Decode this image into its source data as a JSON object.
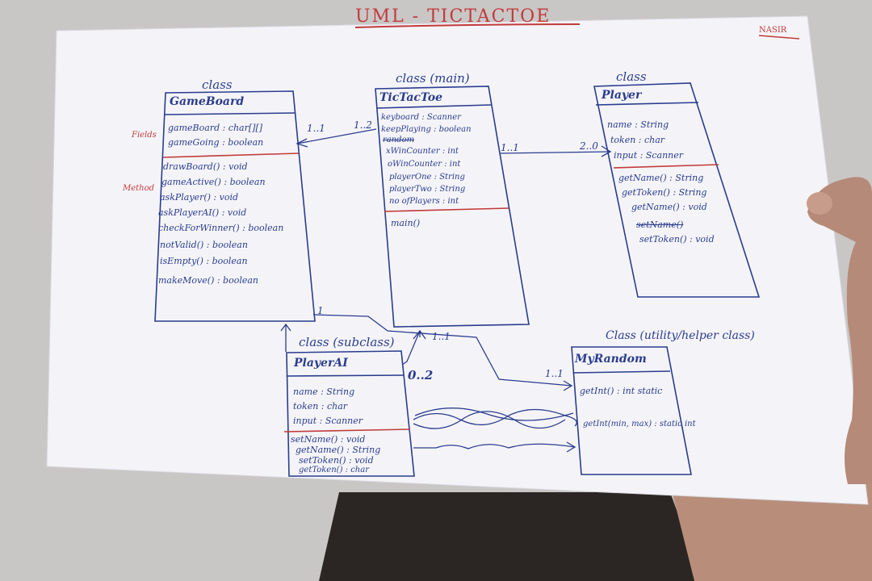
{
  "title": "UML - TICTACTOE",
  "author": "NASIR",
  "margin_notes": {
    "fields": "Fields",
    "methods": "Method"
  },
  "classes": {
    "gameboard": {
      "stereotype": "class",
      "name": "GameBoard",
      "fields": [
        "gameBoard : char[][]",
        "gameGoing : boolean"
      ],
      "methods": [
        "drawBoard() : void",
        "gameActive() : boolean",
        "askPlayer() : void",
        "askPlayerAI() : void",
        "checkForWinner() : boolean",
        "notValid() : boolean",
        "isEmpty() : boolean",
        "makeMove() : boolean"
      ]
    },
    "tictactoe": {
      "stereotype": "class (main)",
      "name": "TicTacToe",
      "fields": [
        "keyboard : Scanner",
        "keepPlaying : boolean",
        "random",
        "xWinCounter : int",
        "oWinCounter : int",
        "playerOne : String",
        "playerTwo : String",
        "no ofPlayers : int"
      ],
      "methods": [
        "main()"
      ]
    },
    "player": {
      "stereotype": "class",
      "name": "Player",
      "fields": [
        "name : String",
        "token : char",
        "input : Scanner"
      ],
      "methods": [
        "getName() : String",
        "getToken() : String",
        "getName() : void",
        "setName()",
        "setToken() : void"
      ]
    },
    "playerai": {
      "stereotype": "class (subclass)",
      "name": "PlayerAI",
      "fields": [
        "name : String",
        "token : char",
        "input : Scanner"
      ],
      "methods": [
        "setName() : void",
        "getName() : String",
        "setToken() : void",
        "getToken() : char"
      ]
    },
    "myrandom": {
      "stereotype": "Class (utility/helper class)",
      "name": "MyRandom",
      "fields": [],
      "methods": [
        "getInt() : int static",
        "getInt(min, max) : static int"
      ]
    }
  },
  "multiplicities": {
    "gb_left": "1..1",
    "gb_right": "1..2",
    "pl_left": "1..1",
    "pl_right": "2..0",
    "ttt_ai": "1..1",
    "ai_count": "0..2",
    "rnd": "1..1",
    "gb_small": "1"
  },
  "colors": {
    "wall": "#c9c6c6",
    "paper": "#f4f4f8",
    "ink": "#2a3c8e",
    "red_ink": "#c23a3a",
    "shirt": "#2b2624",
    "skin": "#c99a85"
  }
}
